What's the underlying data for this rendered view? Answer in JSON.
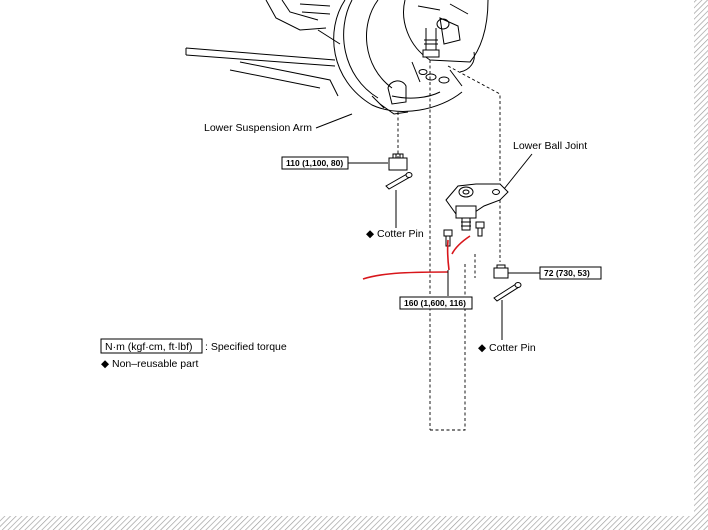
{
  "labels": {
    "lower_suspension_arm": "Lower Suspension Arm",
    "lower_ball_joint": "Lower Ball Joint",
    "cotter_pin_left": "Cotter Pin",
    "cotter_pin_right": "Cotter Pin"
  },
  "torques": {
    "nut_upper": "110 (1,100, 80)",
    "nut_right": "72 (730, 53)",
    "bolts": "160 (1,600, 116)"
  },
  "legend": {
    "torque_units": "N·m (kgf·cm, ft·lbf)",
    "torque_desc": ": Specified torque",
    "non_reusable": "Non–reusable part"
  },
  "symbols": {
    "diamond": "◆"
  },
  "colors": {
    "annotation_red": "#d8161b",
    "hatch": "#9a9a9a",
    "line": "#000000"
  }
}
